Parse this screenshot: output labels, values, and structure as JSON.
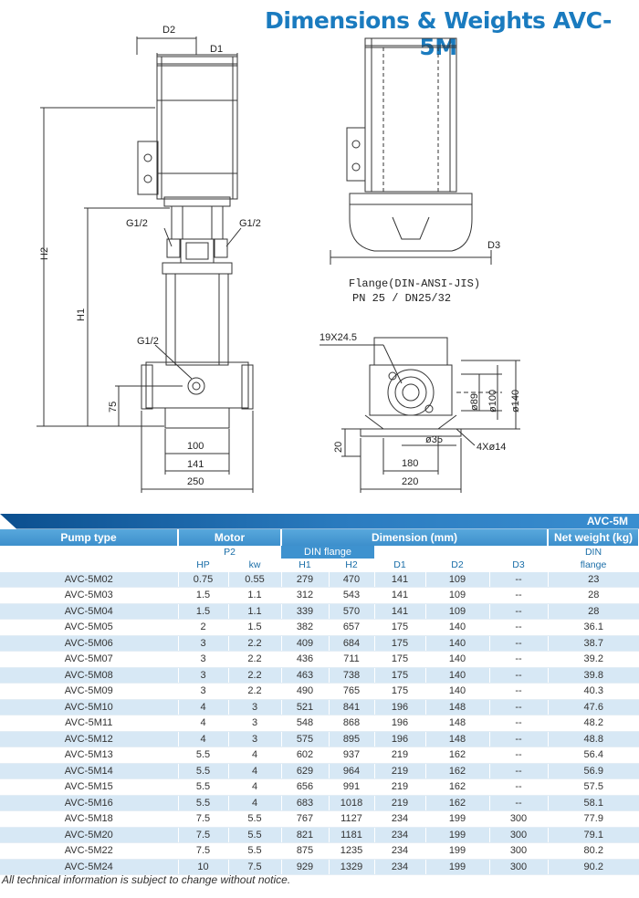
{
  "page": {
    "title": "Dimensions & Weights AVC-5M",
    "footnote": "All technical information is subject to change without notice."
  },
  "drawing": {
    "labels": {
      "d2": "D2",
      "d1": "D1",
      "h2": "H2",
      "h1": "H1",
      "g_left": "G1/2",
      "g_right": "G1/2",
      "g_inlet": "G1/2",
      "dim_75": "75",
      "dim_100": "100",
      "dim_141": "141",
      "dim_250": "250",
      "d3": "D3",
      "flange_line1": "Flange(DIN-ANSI-JIS)",
      "flange_line2": "PN 25 / DN25/32",
      "dim_19x24": "19X24.5",
      "dim_89": "ø89",
      "dim_100b": "ø100",
      "dim_140": "ø140",
      "dim_35": "ø35",
      "dim_4x14": "4Xø14",
      "dim_20": "20",
      "dim_180": "180",
      "dim_220": "220"
    }
  },
  "table": {
    "series_label": "AVC-5M",
    "headers": {
      "pump_type": "Pump type",
      "motor": "Motor",
      "dimension": "Dimension (mm)",
      "net_weight": "Net weight (kg)"
    },
    "sub": {
      "p2": "P2",
      "din_flange": "DIN flange",
      "din": "DIN",
      "flange": "flange"
    },
    "units": [
      "HP",
      "kw",
      "H1",
      "H2",
      "D1",
      "D2",
      "D3"
    ],
    "rows": [
      [
        "AVC-5M02",
        "0.75",
        "0.55",
        "279",
        "470",
        "141",
        "109",
        "--",
        "23"
      ],
      [
        "AVC-5M03",
        "1.5",
        "1.1",
        "312",
        "543",
        "141",
        "109",
        "--",
        "28"
      ],
      [
        "AVC-5M04",
        "1.5",
        "1.1",
        "339",
        "570",
        "141",
        "109",
        "--",
        "28"
      ],
      [
        "AVC-5M05",
        "2",
        "1.5",
        "382",
        "657",
        "175",
        "140",
        "--",
        "36.1"
      ],
      [
        "AVC-5M06",
        "3",
        "2.2",
        "409",
        "684",
        "175",
        "140",
        "--",
        "38.7"
      ],
      [
        "AVC-5M07",
        "3",
        "2.2",
        "436",
        "711",
        "175",
        "140",
        "--",
        "39.2"
      ],
      [
        "AVC-5M08",
        "3",
        "2.2",
        "463",
        "738",
        "175",
        "140",
        "--",
        "39.8"
      ],
      [
        "AVC-5M09",
        "3",
        "2.2",
        "490",
        "765",
        "175",
        "140",
        "--",
        "40.3"
      ],
      [
        "AVC-5M10",
        "4",
        "3",
        "521",
        "841",
        "196",
        "148",
        "--",
        "47.6"
      ],
      [
        "AVC-5M11",
        "4",
        "3",
        "548",
        "868",
        "196",
        "148",
        "--",
        "48.2"
      ],
      [
        "AVC-5M12",
        "4",
        "3",
        "575",
        "895",
        "196",
        "148",
        "--",
        "48.8"
      ],
      [
        "AVC-5M13",
        "5.5",
        "4",
        "602",
        "937",
        "219",
        "162",
        "--",
        "56.4"
      ],
      [
        "AVC-5M14",
        "5.5",
        "4",
        "629",
        "964",
        "219",
        "162",
        "--",
        "56.9"
      ],
      [
        "AVC-5M15",
        "5.5",
        "4",
        "656",
        "991",
        "219",
        "162",
        "--",
        "57.5"
      ],
      [
        "AVC-5M16",
        "5.5",
        "4",
        "683",
        "1018",
        "219",
        "162",
        "--",
        "58.1"
      ],
      [
        "AVC-5M18",
        "7.5",
        "5.5",
        "767",
        "1127",
        "234",
        "199",
        "300",
        "77.9"
      ],
      [
        "AVC-5M20",
        "7.5",
        "5.5",
        "821",
        "1181",
        "234",
        "199",
        "300",
        "79.1"
      ],
      [
        "AVC-5M22",
        "7.5",
        "5.5",
        "875",
        "1235",
        "234",
        "199",
        "300",
        "80.2"
      ],
      [
        "AVC-5M24",
        "10",
        "7.5",
        "929",
        "1329",
        "234",
        "199",
        "300",
        "90.2"
      ]
    ]
  },
  "colors": {
    "title": "#1a7bbf",
    "header_blue": "#3d8fcc",
    "row_shade": "#d7e8f5"
  }
}
